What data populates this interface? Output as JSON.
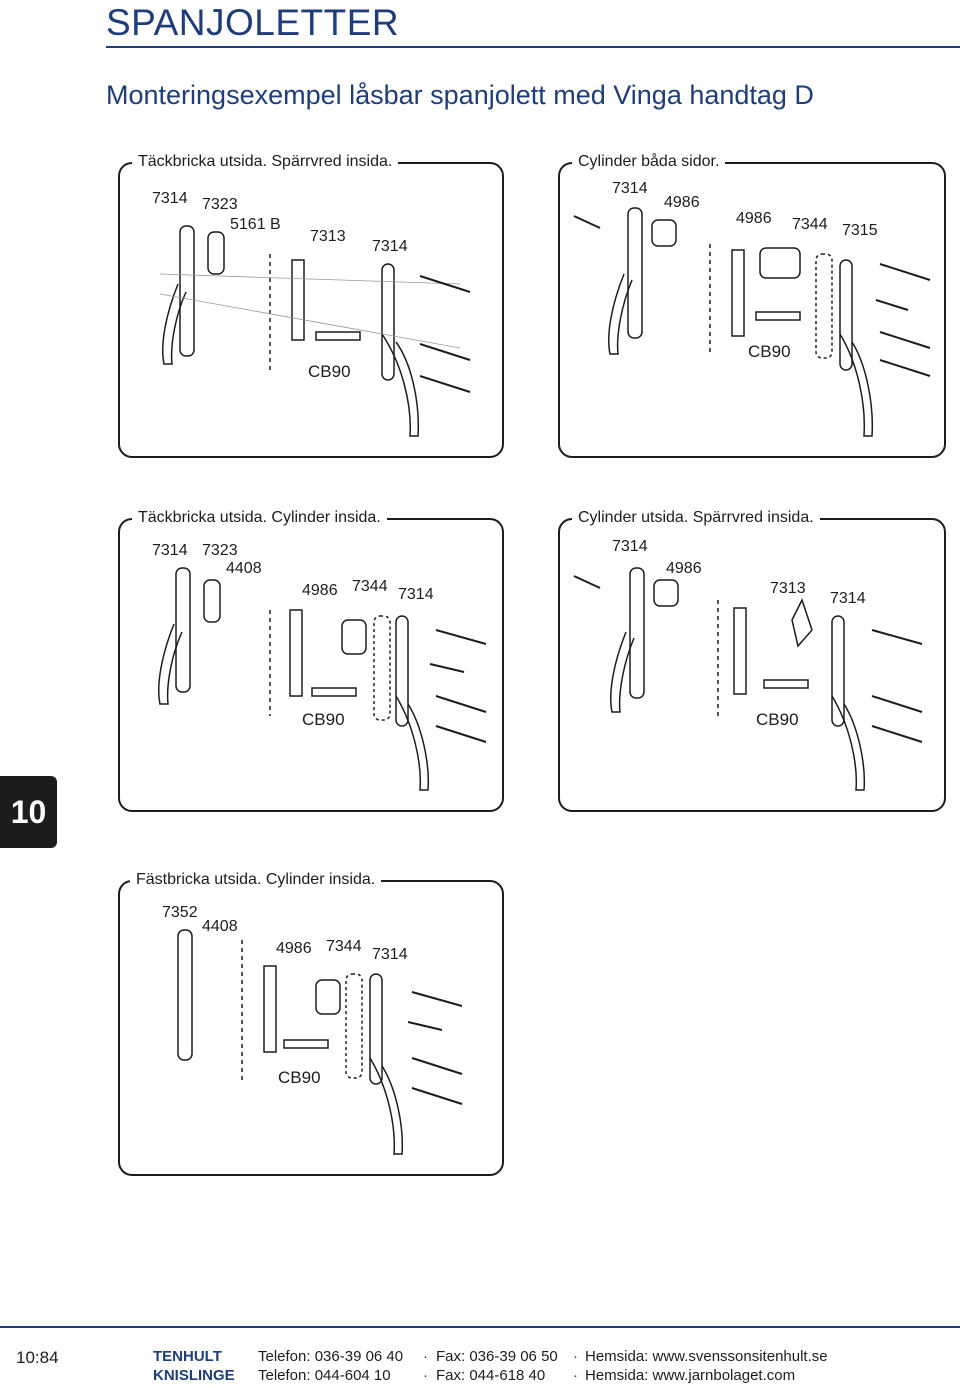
{
  "header": {
    "title": "SPANJOLETTER",
    "subtitle": "Monteringsexempel låsbar spanjolett med Vinga handtag D"
  },
  "section_tab": "10",
  "panels": [
    {
      "caption": "Täckbricka utsida. Spärrvred insida.",
      "labels": [
        "7314",
        "7323",
        "5161 B",
        "7313",
        "7314"
      ],
      "bolt_label": "CB90"
    },
    {
      "caption": "Cylinder båda sidor.",
      "labels": [
        "7314",
        "4986",
        "4986",
        "7344",
        "7315"
      ],
      "bolt_label": "CB90"
    },
    {
      "caption": "Täckbricka utsida. Cylinder insida.",
      "labels": [
        "7314",
        "7323",
        "4408",
        "4986",
        "7344",
        "7314"
      ],
      "bolt_label": "CB90"
    },
    {
      "caption": "Cylinder utsida. Spärrvred insida.",
      "labels": [
        "7314",
        "4986",
        "7313",
        "7314"
      ],
      "bolt_label": "CB90"
    },
    {
      "caption": "Fästbricka utsida. Cylinder insida.",
      "labels": [
        "7352",
        "4408",
        "4986",
        "7344",
        "7314"
      ],
      "bolt_label": "CB90"
    }
  ],
  "footer": {
    "page": "10:84",
    "rows": [
      {
        "company": "TENHULT",
        "phone": "Telefon: 036-39 06 40",
        "fax": "Fax: 036-39 06 50",
        "web": "Hemsida: www.svenssonsitenhult.se"
      },
      {
        "company": "KNISLINGE",
        "phone": "Telefon: 044-604 10",
        "fax": "Fax: 044-618 40",
        "web": "Hemsida: www.jarnbolaget.com"
      }
    ],
    "separator": "·"
  },
  "colors": {
    "brand_blue": "#1f3d7a",
    "ink": "#1d1d1b"
  }
}
